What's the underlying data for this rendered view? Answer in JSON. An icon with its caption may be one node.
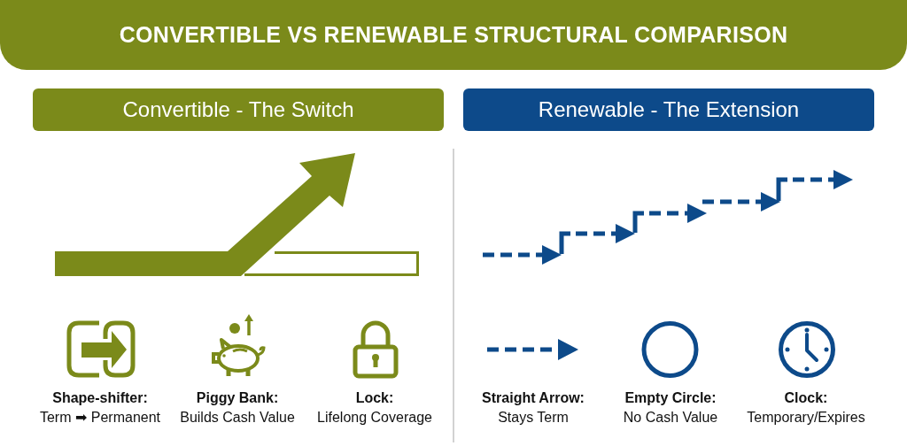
{
  "diagram": {
    "title": "CONVERTIBLE VS RENEWABLE STRUCTURAL COMPARISON",
    "nodes": [
      {
        "text": [
          "Convertible - The Switch"
        ]
      },
      {
        "text": [
          "Renewable - The Extension"
        ]
      }
    ],
    "labels": [
      "Shape-shifter:",
      "Term ➡ Permanent",
      "Piggy Bank:",
      "Builds Cash Value",
      "Lock:",
      "Lifelong Coverage",
      "Straight Arrow:",
      "Stays Term",
      "Empty Circle:",
      "No Cash Value",
      "Clock:",
      "Temporary/Expires"
    ]
  }
}
